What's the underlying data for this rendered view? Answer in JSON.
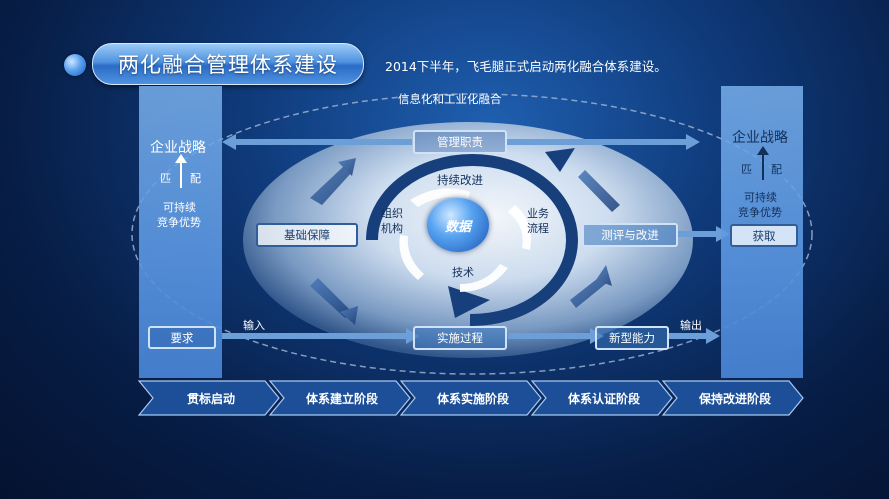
{
  "header": {
    "title": "两化融合管理体系建设",
    "subtitle": "2014下半年，飞毛腿正式启动两化融合体系建设。"
  },
  "diagram": {
    "outer_label": "信息化和工业化融合",
    "center": "数据",
    "ring_labels": {
      "top": "持续改进",
      "left_line1": "组织",
      "left_line2": "机构",
      "right_line1": "业务",
      "right_line2": "流程",
      "bottom": "技术"
    },
    "boxes": {
      "management": "管理职责",
      "foundation": "基础保障",
      "evaluation": "测评与改进",
      "implementation": "实施过程",
      "capability": "新型能力",
      "requirement": "要求",
      "acquire": "获取"
    },
    "flow_labels": {
      "input": "输入",
      "output": "输出"
    },
    "left_column": {
      "strategy": "企业战略",
      "match_1": "匹",
      "match_2": "配",
      "advantage_1": "可持续",
      "advantage_2": "竞争优势"
    },
    "right_column": {
      "strategy": "企业战略",
      "match_1": "匹",
      "match_2": "配",
      "advantage_1": "可持续",
      "advantage_2": "竞争优势"
    }
  },
  "stages": [
    "贯标启动",
    "体系建立阶段",
    "体系实施阶段",
    "体系认证阶段",
    "保持改进阶段"
  ],
  "colors": {
    "accent": "#2a6cc6",
    "column": "#7aaee8",
    "stage_fill": "#1d4f98"
  }
}
